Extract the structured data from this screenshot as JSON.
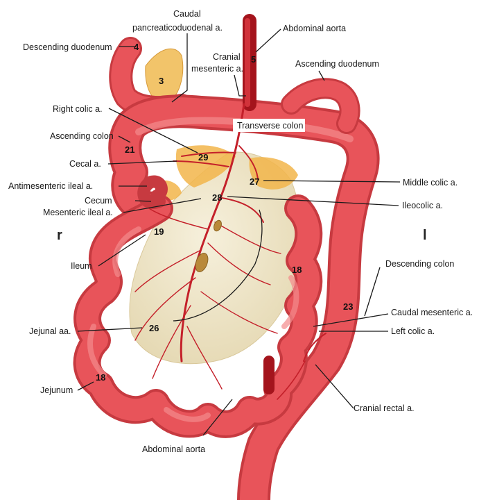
{
  "labels": {
    "caudal_pancreaticoduodenal": [
      "Caudal",
      "pancreaticoduodenal a."
    ],
    "abdominal_aorta_top": "Abdominal aorta",
    "descending_duodenum": "Descending duodenum",
    "cranial_mesenteric": [
      "Cranial",
      "mesenteric a."
    ],
    "ascending_duodenum": "Ascending duodenum",
    "right_colic": "Right colic a.",
    "ascending_colon": "Ascending colon",
    "transverse_colon": "Transverse colon",
    "cecal": "Cecal a.",
    "antimesenteric_ileal": "Antimesenteric ileal a.",
    "middle_colic": "Middle colic a.",
    "cecum": "Cecum",
    "mesenteric_ileal": "Mesenteric ileal a.",
    "ileocolic": "Ileocolic a.",
    "ileum": "Ileum",
    "descending_colon": "Descending colon",
    "caudal_mesenteric": "Caudal mesenteric a.",
    "jejunal_aa": "Jejunal aa.",
    "left_colic": "Left colic a.",
    "jejunum": "Jejunum",
    "cranial_rectal": "Cranial rectal a.",
    "abdominal_aorta_bottom": "Abdominal aorta"
  },
  "numbers": {
    "n3": "3",
    "n4": "4",
    "n5": "5",
    "n21": "21",
    "n29": "29",
    "n27": "27",
    "n28": "28",
    "n19": "19",
    "n18_right": "18",
    "n23": "23",
    "n26": "26",
    "n18_left": "18"
  },
  "orientation": {
    "right": "r",
    "left": "l"
  },
  "colors": {
    "gut": "#e8545a",
    "gut_dark": "#c73a40",
    "gut_light": "#f48a8c",
    "mesentery": "#efe6c6",
    "fat": "#f2b54a",
    "artery": "#c4202a"
  }
}
